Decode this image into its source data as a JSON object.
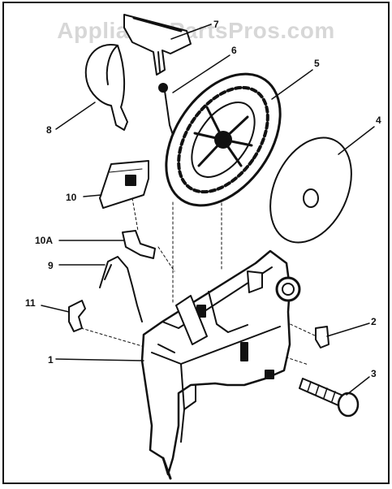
{
  "watermark": "AppliancePartsPros.com",
  "colors": {
    "ink": "#111111",
    "paper": "#ffffff",
    "watermark": "#969696"
  },
  "callouts": {
    "p1": "1",
    "p2": "2",
    "p3": "3",
    "p4": "4",
    "p5": "5",
    "p6": "6",
    "p7": "7",
    "p8": "8",
    "p9": "9",
    "p10": "10",
    "p10a": "10A",
    "p11": "11"
  }
}
